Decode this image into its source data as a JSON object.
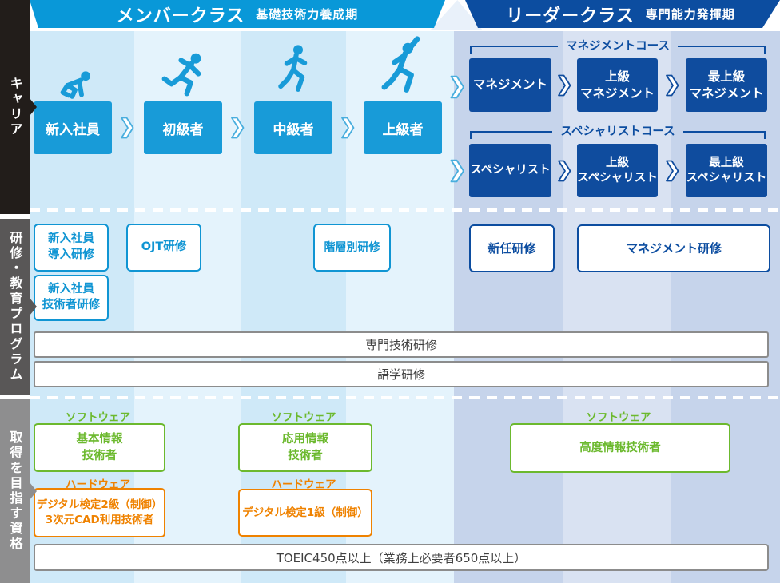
{
  "header": {
    "member": {
      "title": "メンバークラス",
      "subtitle": "基礎技術力養成期"
    },
    "leader": {
      "title": "リーダークラス",
      "subtitle": "専門能力発揮期"
    }
  },
  "sidebar": {
    "sections": [
      {
        "label": "キャリア"
      },
      {
        "label": "研修・教育プログラム"
      },
      {
        "label": "取得を目指す資格"
      }
    ]
  },
  "career": {
    "member_stages": [
      "新入社員",
      "初級者",
      "中級者",
      "上級者"
    ],
    "courses": [
      {
        "label": "マネジメントコース",
        "stages": [
          "マネジメント",
          "上級\nマネジメント",
          "最上級\nマネジメント"
        ]
      },
      {
        "label": "スペシャリストコース",
        "stages": [
          "スペシャリスト",
          "上級\nスペシャリスト",
          "最上級\nスペシャリスト"
        ]
      }
    ]
  },
  "training": {
    "member_boxes": [
      "新入社員\n導入研修",
      "新入社員\n技術者研修",
      "OJT研修",
      "階層別研修"
    ],
    "leader_boxes": [
      "新任研修",
      "マネジメント研修"
    ],
    "wide_bars": [
      "専門技術研修",
      "語学研修"
    ]
  },
  "qualifications": {
    "software_label": "ソフトウェア",
    "hardware_label": "ハードウェア",
    "software": [
      "基本情報\n技術者",
      "応用情報\n技術者",
      "高度情報技術者"
    ],
    "hardware": [
      "デジタル検定2級（制御）\n3次元CAD利用技術者",
      "デジタル検定1級（制御）"
    ],
    "toeic": "TOEIC450点以上（業務上必要者650点以上）"
  },
  "colors": {
    "member_blue": "#0998d8",
    "member_box_blue": "#189bd8",
    "leader_navy": "#0c4da0",
    "leader_box_navy": "#0f4c9e",
    "software_green": "#6cb92e",
    "hardware_orange": "#ef8200",
    "sidebar_career": "#221d1a",
    "sidebar_training": "#595757",
    "sidebar_qualification": "#8e8e8f"
  }
}
